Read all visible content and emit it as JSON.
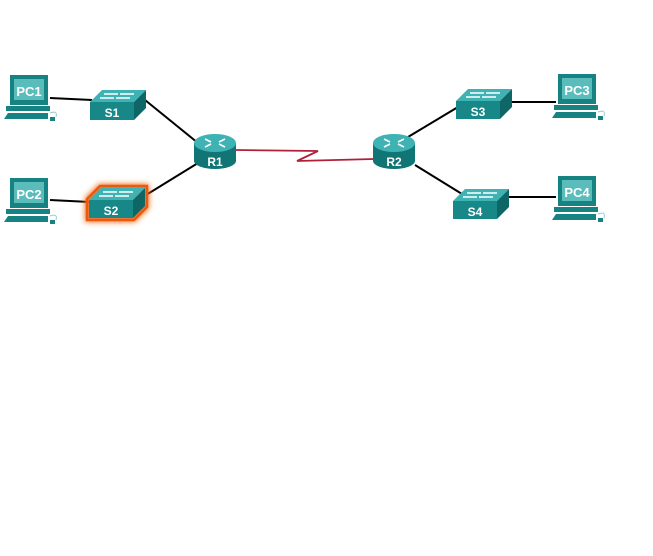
{
  "devices": {
    "pc1": "PC1",
    "pc2": "PC2",
    "pc3": "PC3",
    "pc4": "PC4",
    "s1": "S1",
    "s2": "S2",
    "s3": "S3",
    "s4": "S4",
    "r1": "R1",
    "r2": "R2"
  },
  "highlighted_device": "S2",
  "colors": {
    "device": "#1a8a8a",
    "device_dark": "#0e6464",
    "highlight": "#f07020",
    "ethernet": "#000000",
    "serial": "#b0203a"
  }
}
